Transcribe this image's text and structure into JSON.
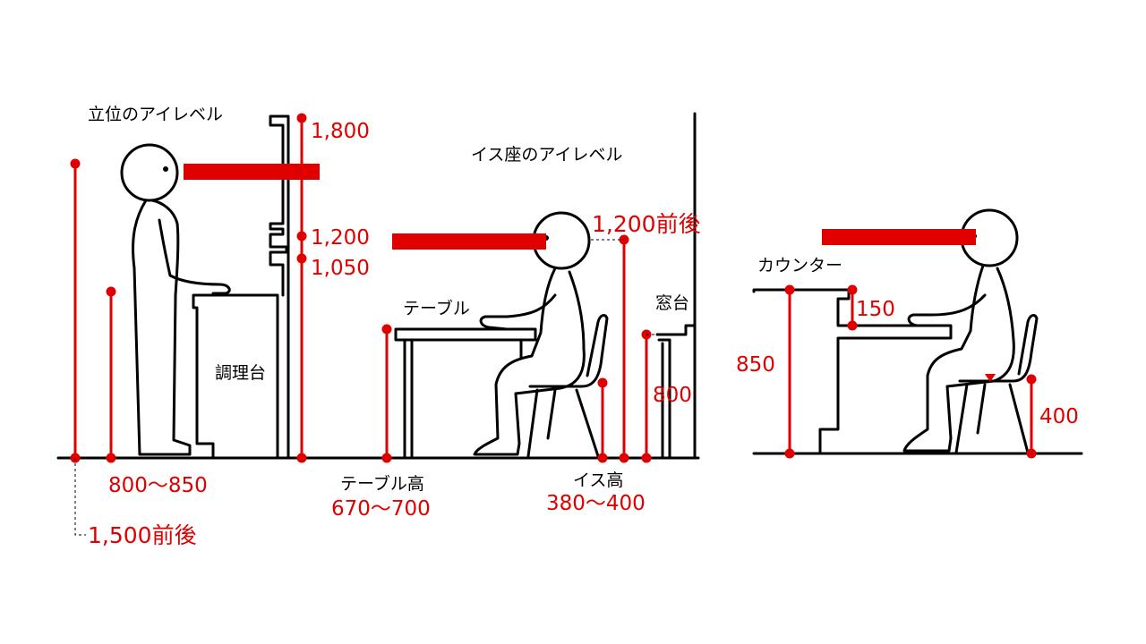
{
  "colors": {
    "accent": "#e00000",
    "ink": "#000000",
    "background": "#ffffff"
  },
  "standing": {
    "title": "立位のアイレベル",
    "counter_label": "調理台",
    "shelf_top": "1,800",
    "shelf_mid": "1,200",
    "shelf_low": "1,050",
    "counter_height": "800〜850",
    "eye_level": "1,500前後"
  },
  "seated": {
    "title": "イス座のアイレベル",
    "table_label": "テーブル",
    "windowsill_label": "窓台",
    "eye_level": "1,200前後",
    "windowsill_height": "800",
    "table_height_label": "テーブル高",
    "table_height": "670〜700",
    "chair_height_label": "イス高",
    "chair_height": "380〜400"
  },
  "counter_seat": {
    "counter_label": "カウンター",
    "counter_height": "850",
    "counter_step": "150",
    "seat_height": "400"
  }
}
